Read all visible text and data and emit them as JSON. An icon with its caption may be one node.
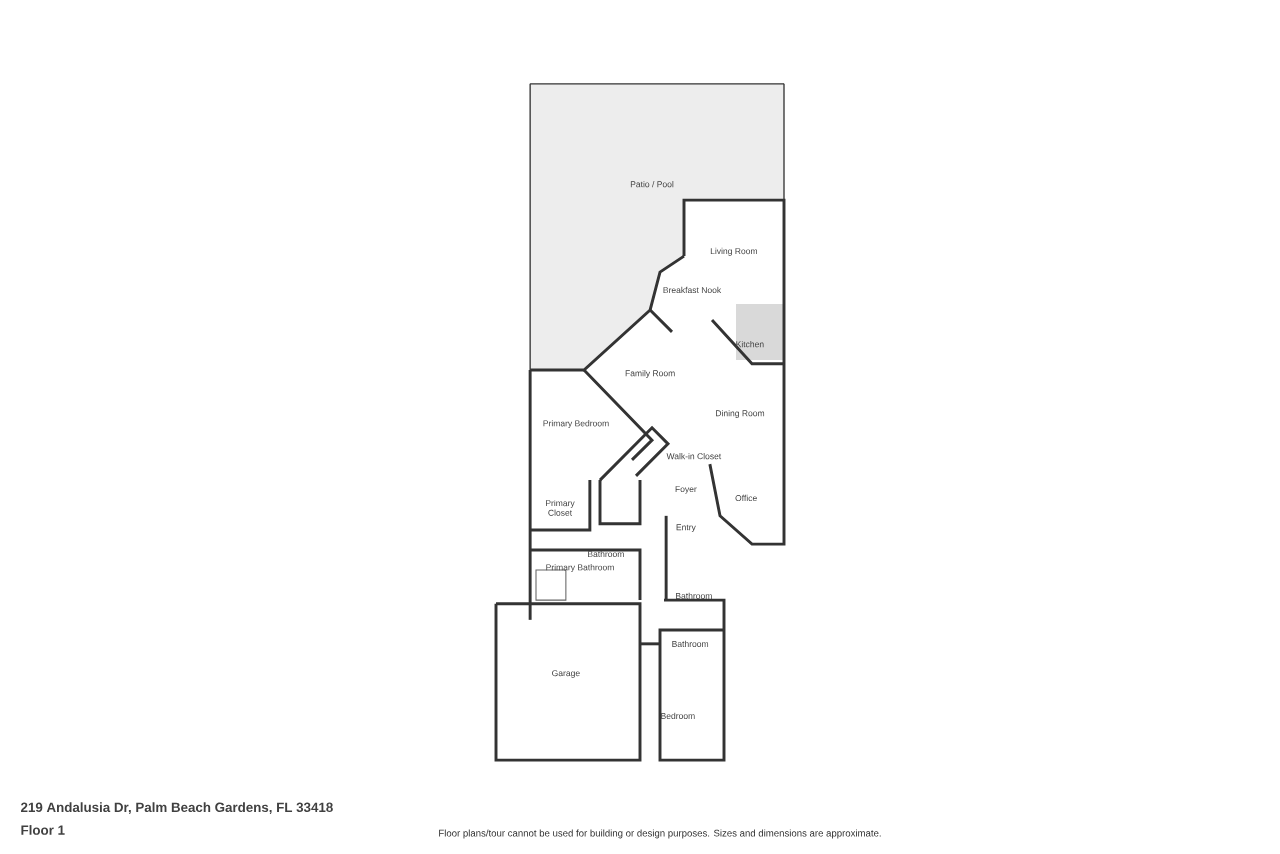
{
  "diagram": {
    "title": "219 Andalusia Dr, Palm Beach Gardens, FL 33418",
    "caption": "Floor plans/tour cannot be used for building or design purposes. Sizes and dimensions are approximate.",
    "labels": [
      "Patio / Pool",
      "Living Room",
      "Breakfast Nook",
      "Kitchen",
      "Family Room",
      "Primary Bedroom",
      "Dining Room",
      "Walk-in Closet",
      "Foyer",
      "Office",
      "Primary Closet",
      "Entry",
      "Bathroom",
      "Primary Bathroom",
      "Bathroom",
      "Bathroom",
      "Garage",
      "Bedroom",
      "Floor 1"
    ]
  }
}
